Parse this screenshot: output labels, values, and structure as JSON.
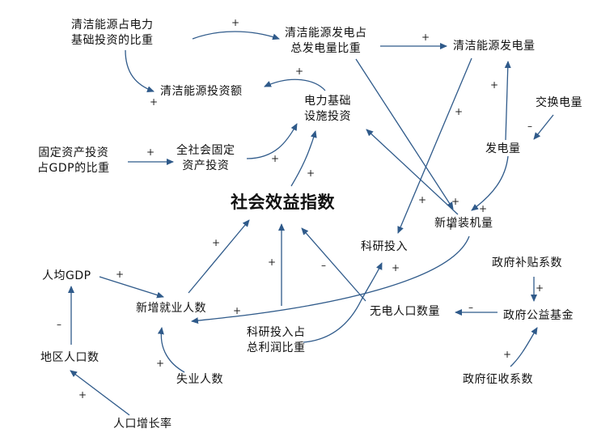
{
  "colors": {
    "arrow": "#2f5a8a",
    "text": "#111111"
  },
  "nodes": {
    "clean_invest_ratio": "清洁能源占电力\n基础投资的比重",
    "clean_gen_ratio": "清洁能源发电占\n总发电量比重",
    "clean_gen": "清洁能源发电量",
    "clean_invest": "清洁能源投资额",
    "power_infra": "电力基础\n设施投资",
    "exchange_power": "交换电量",
    "generation": "发电量",
    "fixed_asset_ratio": "固定资产投资\n占GDP的比重",
    "social_fixed_asset": "全社会固定\n资产投资",
    "social_benefit": "社会效益指数",
    "new_capacity": "新增装机量",
    "rd_invest": "科研投入",
    "gov_subsidy": "政府补贴系数",
    "gdp_per_capita": "人均GDP",
    "new_employment": "新增就业人数",
    "no_power_pop": "无电人口数量",
    "gov_fund": "政府公益基金",
    "rd_profit_ratio": "科研投入占\n总利润比重",
    "regional_pop": "地区人口数",
    "unemployed": "失业人数",
    "gov_levy": "政府征收系数",
    "pop_growth": "人口增长率"
  },
  "signs": {
    "s1": "+",
    "s2": "+",
    "s3": "+",
    "s4": "+",
    "s5": "+",
    "s6": "+",
    "s7": "–",
    "s8": "+",
    "s9": "+",
    "s10": "+",
    "s11": "+",
    "s12": "+",
    "s13": "+",
    "s14": "+",
    "s15": "+",
    "s16": "–",
    "s17": "+",
    "s18": "+",
    "s19": "–",
    "s20": "+",
    "s21": "+",
    "s22": "–",
    "s23": "+",
    "s24": "+",
    "s25": "+",
    "s26": "+"
  }
}
